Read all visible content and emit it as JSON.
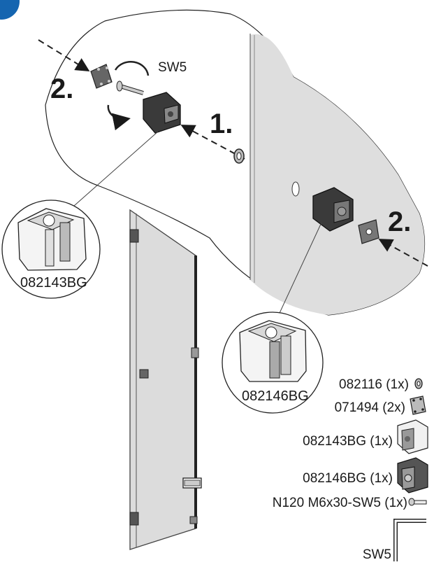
{
  "step_badge": {
    "color": "#1565b0"
  },
  "labels": {
    "step_2_left": "2.",
    "step_1": "1.",
    "step_2_right": "2.",
    "sw5_top": "SW5",
    "detail_left": "082143BG",
    "detail_right": "082146BG"
  },
  "parts_list": [
    {
      "label": "082116 (1x)",
      "icon": "washer-icon"
    },
    {
      "label": "071494 (2x)",
      "icon": "cover-plate-icon"
    },
    {
      "label": "082143BG (1x)",
      "icon": "bracket-082143bg-icon"
    },
    {
      "label": "082146BG (1x)",
      "icon": "bracket-082146bg-icon"
    },
    {
      "label": "N120 M6x30-SW5 (1x)",
      "icon": "screw-icon"
    },
    {
      "label": "SW5",
      "icon": "hex-key-icon"
    }
  ]
}
